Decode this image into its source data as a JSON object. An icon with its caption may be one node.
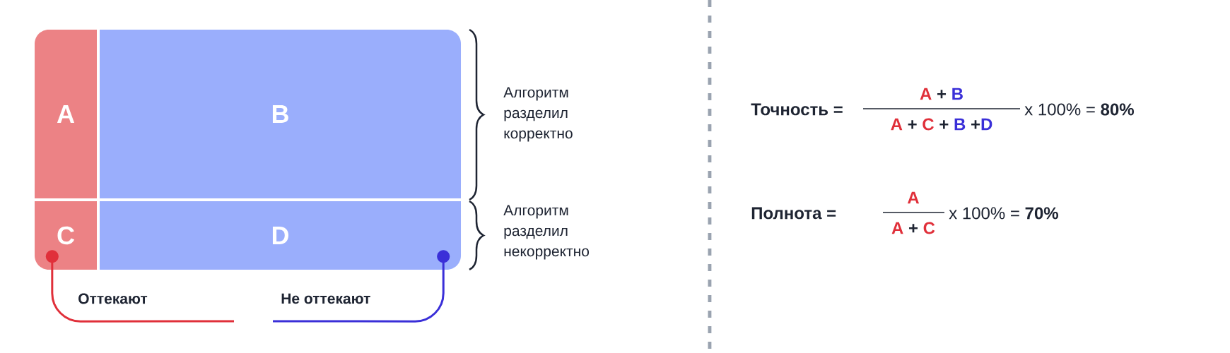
{
  "diagram": {
    "nodes": [
      {
        "text": [
          "A"
        ]
      },
      {
        "text": [
          "B"
        ]
      },
      {
        "text": [
          "C"
        ]
      },
      {
        "text": [
          "D"
        ]
      }
    ],
    "edges": [
      {
        "from": null,
        "to": 2,
        "arrow": "other",
        "color": "#e0303a"
      },
      {
        "from": null,
        "to": 3,
        "arrow": "other",
        "color": "#3a2fd8"
      }
    ],
    "labels": [
      "Алгоритм разделил корректно",
      "Алгоритм разделил некорректно",
      "Точность =",
      "A",
      "+",
      "B",
      "A",
      "+",
      "C",
      "+",
      "B",
      "+",
      "D",
      "x 100% =",
      "80%",
      "Полнота =",
      "A",
      "A",
      "+",
      "C",
      "x 100% =",
      "70%",
      "Оттекают",
      "Не оттекают"
    ]
  }
}
